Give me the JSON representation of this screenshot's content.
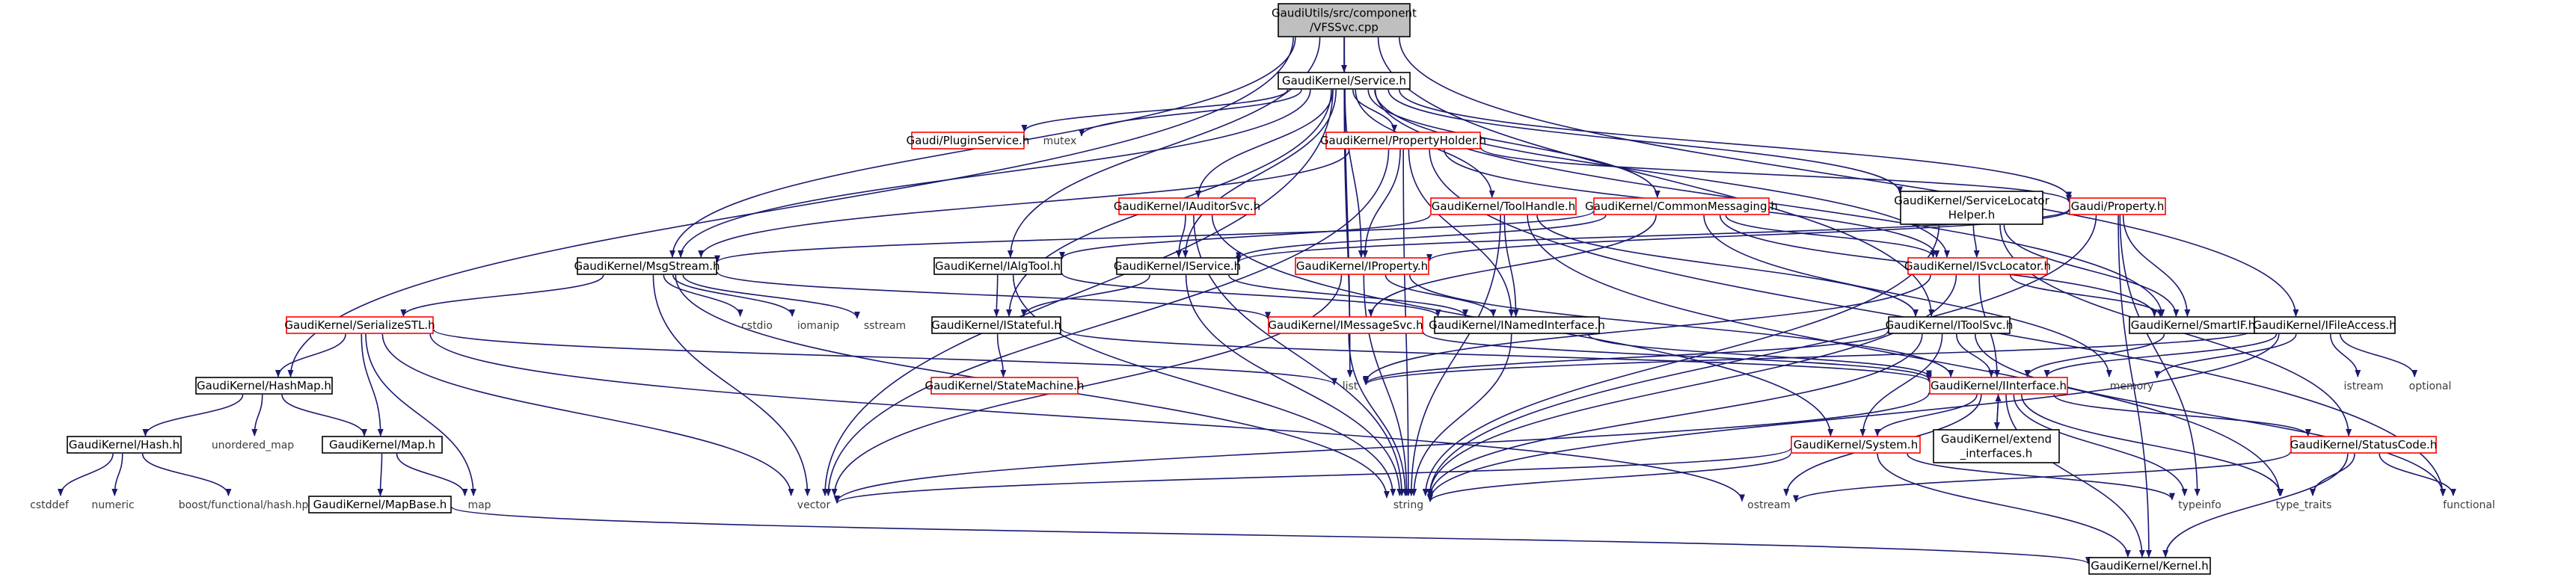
{
  "colors": {
    "edge": "#191970",
    "root_fill": "#bfbfbf",
    "root_stroke": "#000000",
    "normal_stroke": "#000000",
    "broken_stroke": "#ff0000",
    "plain_text": "#3c3c3c",
    "background": "#ffffff"
  },
  "nodes": [
    {
      "id": "root",
      "kind": "root",
      "lines": [
        "GaudiUtils/src/component",
        "/VFSSvc.cpp"
      ]
    },
    {
      "id": "service",
      "kind": "normal",
      "lines": [
        "GaudiKernel/Service.h"
      ]
    },
    {
      "id": "pluginservice",
      "kind": "broken",
      "lines": [
        "Gaudi/PluginService.h"
      ]
    },
    {
      "id": "mutex",
      "kind": "plain",
      "lines": [
        "mutex"
      ]
    },
    {
      "id": "propertyholder",
      "kind": "broken",
      "lines": [
        "GaudiKernel/PropertyHolder.h"
      ]
    },
    {
      "id": "iauditorsvc",
      "kind": "broken",
      "lines": [
        "GaudiKernel/IAuditorSvc.h"
      ]
    },
    {
      "id": "toolhandle",
      "kind": "broken",
      "lines": [
        "GaudiKernel/ToolHandle.h"
      ]
    },
    {
      "id": "commonmessaging",
      "kind": "broken",
      "lines": [
        "GaudiKernel/CommonMessaging.h"
      ]
    },
    {
      "id": "servicelocator",
      "kind": "normal",
      "lines": [
        "GaudiKernel/ServiceLocator",
        "Helper.h"
      ]
    },
    {
      "id": "gaudiproperty",
      "kind": "broken",
      "lines": [
        "Gaudi/Property.h"
      ]
    },
    {
      "id": "msgstream",
      "kind": "normal",
      "lines": [
        "GaudiKernel/MsgStream.h"
      ]
    },
    {
      "id": "ialgtool",
      "kind": "normal",
      "lines": [
        "GaudiKernel/IAlgTool.h"
      ]
    },
    {
      "id": "iservice",
      "kind": "normal",
      "lines": [
        "GaudiKernel/IService.h"
      ]
    },
    {
      "id": "iproperty",
      "kind": "broken",
      "lines": [
        "GaudiKernel/IProperty.h"
      ]
    },
    {
      "id": "isvclocator",
      "kind": "broken",
      "lines": [
        "GaudiKernel/ISvcLocator.h"
      ]
    },
    {
      "id": "serializestl",
      "kind": "broken",
      "lines": [
        "GaudiKernel/SerializeSTL.h"
      ]
    },
    {
      "id": "cstdio",
      "kind": "plain",
      "lines": [
        "cstdio"
      ]
    },
    {
      "id": "iomanip",
      "kind": "plain",
      "lines": [
        "iomanip"
      ]
    },
    {
      "id": "sstream",
      "kind": "plain",
      "lines": [
        "sstream"
      ]
    },
    {
      "id": "istateful",
      "kind": "normal",
      "lines": [
        "GaudiKernel/IStateful.h"
      ]
    },
    {
      "id": "imessagesvc",
      "kind": "broken",
      "lines": [
        "GaudiKernel/IMessageSvc.h"
      ]
    },
    {
      "id": "inamedinterface",
      "kind": "normal",
      "lines": [
        "GaudiKernel/INamedInterface.h"
      ]
    },
    {
      "id": "itoolsvc",
      "kind": "normal",
      "lines": [
        "GaudiKernel/IToolSvc.h"
      ]
    },
    {
      "id": "smartif",
      "kind": "normal",
      "lines": [
        "GaudiKernel/SmartIF.h"
      ]
    },
    {
      "id": "ifileaccess",
      "kind": "normal",
      "lines": [
        "GaudiKernel/IFileAccess.h"
      ]
    },
    {
      "id": "hashmap",
      "kind": "normal",
      "lines": [
        "GaudiKernel/HashMap.h"
      ]
    },
    {
      "id": "statemachine",
      "kind": "broken",
      "lines": [
        "GaudiKernel/StateMachine.h"
      ]
    },
    {
      "id": "list",
      "kind": "plain",
      "lines": [
        "list"
      ]
    },
    {
      "id": "iinterface",
      "kind": "broken",
      "lines": [
        "GaudiKernel/IInterface.h"
      ]
    },
    {
      "id": "memory",
      "kind": "plain",
      "lines": [
        "memory"
      ]
    },
    {
      "id": "istream",
      "kind": "plain",
      "lines": [
        "istream"
      ]
    },
    {
      "id": "optional",
      "kind": "plain",
      "lines": [
        "optional"
      ]
    },
    {
      "id": "hash",
      "kind": "normal",
      "lines": [
        "GaudiKernel/Hash.h"
      ]
    },
    {
      "id": "unordered_map",
      "kind": "plain",
      "lines": [
        "unordered_map"
      ]
    },
    {
      "id": "map_h",
      "kind": "normal",
      "lines": [
        "GaudiKernel/Map.h"
      ]
    },
    {
      "id": "system",
      "kind": "broken",
      "lines": [
        "GaudiKernel/System.h"
      ]
    },
    {
      "id": "extendinterfaces",
      "kind": "normal",
      "lines": [
        "GaudiKernel/extend",
        "_interfaces.h"
      ]
    },
    {
      "id": "statuscode",
      "kind": "broken",
      "lines": [
        "GaudiKernel/StatusCode.h"
      ]
    },
    {
      "id": "cstddef",
      "kind": "plain",
      "lines": [
        "cstddef"
      ]
    },
    {
      "id": "numeric",
      "kind": "plain",
      "lines": [
        "numeric"
      ]
    },
    {
      "id": "boosthash",
      "kind": "plain",
      "lines": [
        "boost/functional/hash.hpp"
      ]
    },
    {
      "id": "mapbase",
      "kind": "normal",
      "lines": [
        "GaudiKernel/MapBase.h"
      ]
    },
    {
      "id": "map",
      "kind": "plain",
      "lines": [
        "map"
      ]
    },
    {
      "id": "vector",
      "kind": "plain",
      "lines": [
        "vector"
      ]
    },
    {
      "id": "string",
      "kind": "plain",
      "lines": [
        "string"
      ]
    },
    {
      "id": "ostream",
      "kind": "plain",
      "lines": [
        "ostream"
      ]
    },
    {
      "id": "typeinfo",
      "kind": "plain",
      "lines": [
        "typeinfo"
      ]
    },
    {
      "id": "type_traits",
      "kind": "plain",
      "lines": [
        "type_traits"
      ]
    },
    {
      "id": "functional",
      "kind": "plain",
      "lines": [
        "functional"
      ]
    },
    {
      "id": "kernel",
      "kind": "normal",
      "lines": [
        "GaudiKernel/Kernel.h"
      ]
    }
  ],
  "edges": [
    [
      "root",
      "service"
    ],
    [
      "root",
      "msgstream"
    ],
    [
      "root",
      "hashmap"
    ],
    [
      "root",
      "ialgtool"
    ],
    [
      "root",
      "list"
    ],
    [
      "root",
      "itoolsvc"
    ],
    [
      "root",
      "ifileaccess"
    ],
    [
      "service",
      "pluginservice"
    ],
    [
      "service",
      "mutex"
    ],
    [
      "service",
      "propertyholder"
    ],
    [
      "service",
      "iauditorsvc"
    ],
    [
      "service",
      "toolhandle"
    ],
    [
      "service",
      "commonmessaging"
    ],
    [
      "service",
      "servicelocator"
    ],
    [
      "service",
      "gaudiproperty"
    ],
    [
      "service",
      "msgstream"
    ],
    [
      "service",
      "iservice"
    ],
    [
      "service",
      "iproperty"
    ],
    [
      "service",
      "isvclocator"
    ],
    [
      "service",
      "istateful"
    ],
    [
      "service",
      "smartif"
    ],
    [
      "service",
      "vector"
    ],
    [
      "service",
      "list"
    ],
    [
      "propertyholder",
      "gaudiproperty"
    ],
    [
      "propertyholder",
      "iproperty"
    ],
    [
      "propertyholder",
      "inamedinterface"
    ],
    [
      "propertyholder",
      "isvclocator"
    ],
    [
      "propertyholder",
      "msgstream"
    ],
    [
      "propertyholder",
      "vector"
    ],
    [
      "propertyholder",
      "string"
    ],
    [
      "propertyholder",
      "functional"
    ],
    [
      "iauditorsvc",
      "iservice"
    ],
    [
      "iauditorsvc",
      "string"
    ],
    [
      "iauditorsvc",
      "system"
    ],
    [
      "toolhandle",
      "ialgtool"
    ],
    [
      "toolhandle",
      "itoolsvc"
    ],
    [
      "toolhandle",
      "inamedinterface"
    ],
    [
      "toolhandle",
      "string"
    ],
    [
      "toolhandle",
      "type_traits"
    ],
    [
      "commonmessaging",
      "msgstream"
    ],
    [
      "commonmessaging",
      "imessagesvc"
    ],
    [
      "commonmessaging",
      "iservice"
    ],
    [
      "commonmessaging",
      "isvclocator"
    ],
    [
      "commonmessaging",
      "smartif"
    ],
    [
      "commonmessaging",
      "memory"
    ],
    [
      "servicelocator",
      "isvclocator"
    ],
    [
      "servicelocator",
      "smartif"
    ],
    [
      "servicelocator",
      "statuscode"
    ],
    [
      "servicelocator",
      "string"
    ],
    [
      "gaudiproperty",
      "iproperty"
    ],
    [
      "gaudiproperty",
      "smartif"
    ],
    [
      "gaudiproperty",
      "iservice"
    ],
    [
      "gaudiproperty",
      "string"
    ],
    [
      "gaudiproperty",
      "typeinfo"
    ],
    [
      "gaudiproperty",
      "kernel"
    ],
    [
      "msgstream",
      "serializestl"
    ],
    [
      "msgstream",
      "cstdio"
    ],
    [
      "msgstream",
      "iomanip"
    ],
    [
      "msgstream",
      "sstream"
    ],
    [
      "msgstream",
      "imessagesvc"
    ],
    [
      "msgstream",
      "string"
    ],
    [
      "msgstream",
      "vector"
    ],
    [
      "ialgtool",
      "istateful"
    ],
    [
      "ialgtool",
      "inamedinterface"
    ],
    [
      "ialgtool",
      "string"
    ],
    [
      "iservice",
      "istateful"
    ],
    [
      "iservice",
      "inamedinterface"
    ],
    [
      "iservice",
      "string"
    ],
    [
      "iproperty",
      "inamedinterface"
    ],
    [
      "iproperty",
      "iinterface"
    ],
    [
      "iproperty",
      "string"
    ],
    [
      "iproperty",
      "vector"
    ],
    [
      "isvclocator",
      "iinterface"
    ],
    [
      "isvclocator",
      "smartif"
    ],
    [
      "isvclocator",
      "list"
    ],
    [
      "isvclocator",
      "string"
    ],
    [
      "serializestl",
      "hashmap"
    ],
    [
      "serializestl",
      "map_h"
    ],
    [
      "serializestl",
      "list"
    ],
    [
      "serializestl",
      "map"
    ],
    [
      "serializestl",
      "vector"
    ],
    [
      "serializestl",
      "ostream"
    ],
    [
      "istateful",
      "statemachine"
    ],
    [
      "istateful",
      "iinterface"
    ],
    [
      "imessagesvc",
      "iinterface"
    ],
    [
      "imessagesvc",
      "string"
    ],
    [
      "inamedinterface",
      "iinterface"
    ],
    [
      "inamedinterface",
      "string"
    ],
    [
      "itoolsvc",
      "iinterface"
    ],
    [
      "itoolsvc",
      "system"
    ],
    [
      "itoolsvc",
      "list"
    ],
    [
      "itoolsvc",
      "string"
    ],
    [
      "itoolsvc",
      "functional"
    ],
    [
      "smartif",
      "iinterface"
    ],
    [
      "ifileaccess",
      "iinterface"
    ],
    [
      "ifileaccess",
      "memory"
    ],
    [
      "ifileaccess",
      "istream"
    ],
    [
      "ifileaccess",
      "optional"
    ],
    [
      "ifileaccess",
      "string"
    ],
    [
      "ifileaccess",
      "list"
    ],
    [
      "hashmap",
      "hash"
    ],
    [
      "hashmap",
      "unordered_map"
    ],
    [
      "hashmap",
      "map_h"
    ],
    [
      "hash",
      "cstddef"
    ],
    [
      "hash",
      "numeric"
    ],
    [
      "hash",
      "boosthash"
    ],
    [
      "map_h",
      "mapbase"
    ],
    [
      "map_h",
      "map"
    ],
    [
      "mapbase",
      "kernel"
    ],
    [
      "iinterface",
      "system"
    ],
    [
      "iinterface",
      "extendinterfaces"
    ],
    [
      "iinterface",
      "statuscode"
    ],
    [
      "iinterface",
      "kernel"
    ],
    [
      "iinterface",
      "ostream"
    ],
    [
      "iinterface",
      "typeinfo"
    ],
    [
      "iinterface",
      "type_traits"
    ],
    [
      "iinterface",
      "vector"
    ],
    [
      "extendinterfaces",
      "iinterface"
    ],
    [
      "system",
      "kernel"
    ],
    [
      "system",
      "string"
    ],
    [
      "system",
      "vector"
    ],
    [
      "system",
      "typeinfo"
    ],
    [
      "statuscode",
      "ostream"
    ],
    [
      "statuscode",
      "type_traits"
    ],
    [
      "statuscode",
      "functional"
    ],
    [
      "statuscode",
      "kernel"
    ]
  ]
}
